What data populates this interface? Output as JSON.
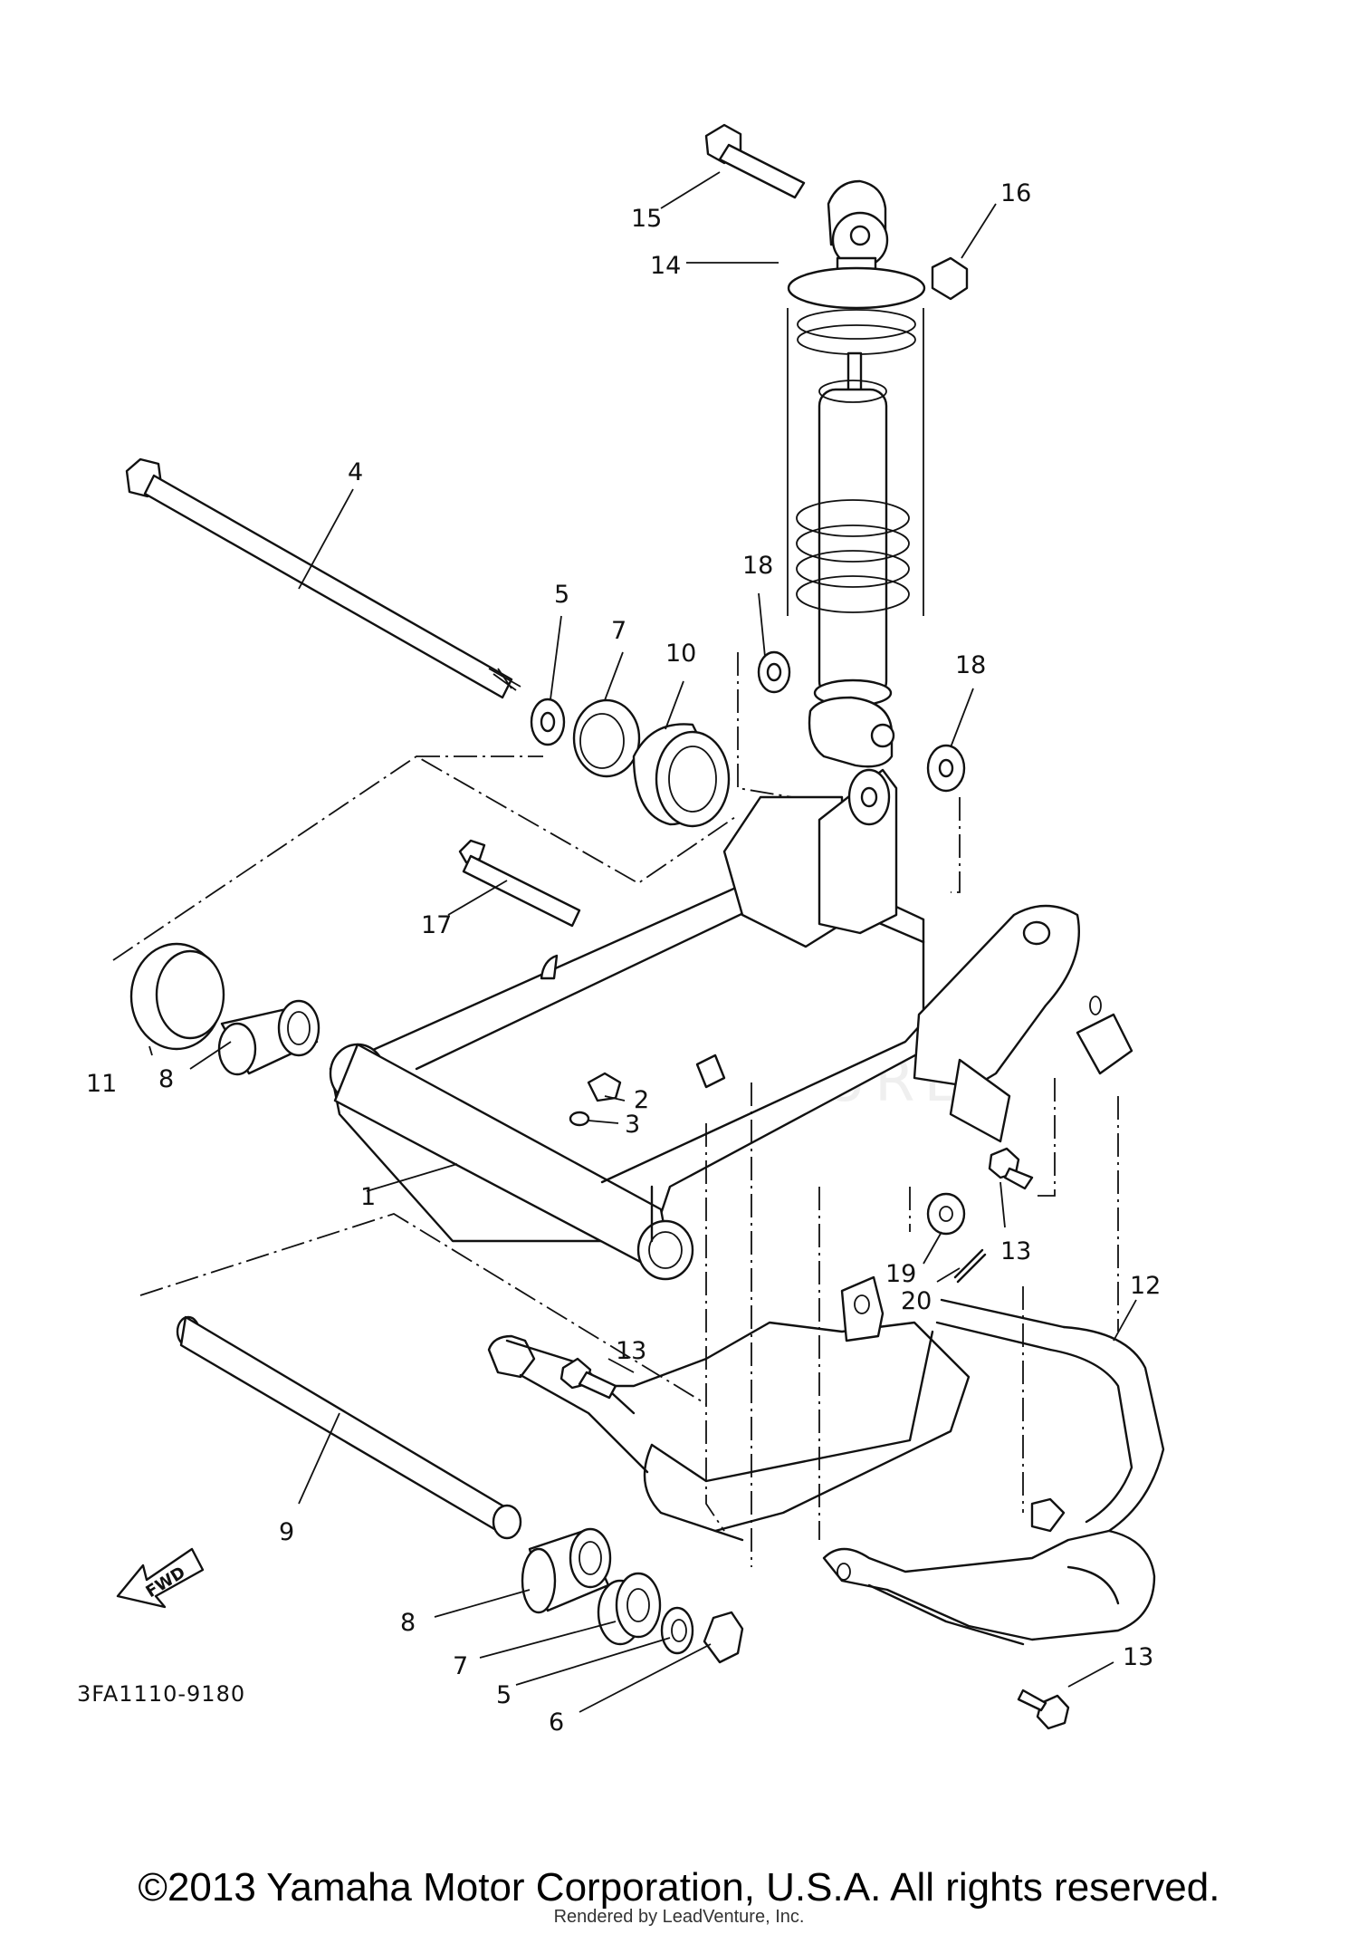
{
  "diagram": {
    "part_code": "3FA1110-9180",
    "fwd_label": "FWD",
    "watermark": "LEADVENTURE",
    "callouts": {
      "c1": "1",
      "c2": "2",
      "c3": "3",
      "c4": "4",
      "c5a": "5",
      "c5b": "5",
      "c6": "6",
      "c7a": "7",
      "c7b": "7",
      "c8a": "8",
      "c8b": "8",
      "c9": "9",
      "c10": "10",
      "c11": "11",
      "c12": "12",
      "c13a": "13",
      "c13b": "13",
      "c13c": "13",
      "c14": "14",
      "c15": "15",
      "c16": "16",
      "c17": "17",
      "c18a": "18",
      "c18b": "18",
      "c19": "19",
      "c20": "20"
    }
  },
  "footer": {
    "copyright": "©2013 Yamaha Motor Corporation, U.S.A. All rights reserved.",
    "rendered_by": "Rendered by LeadVenture, Inc."
  }
}
